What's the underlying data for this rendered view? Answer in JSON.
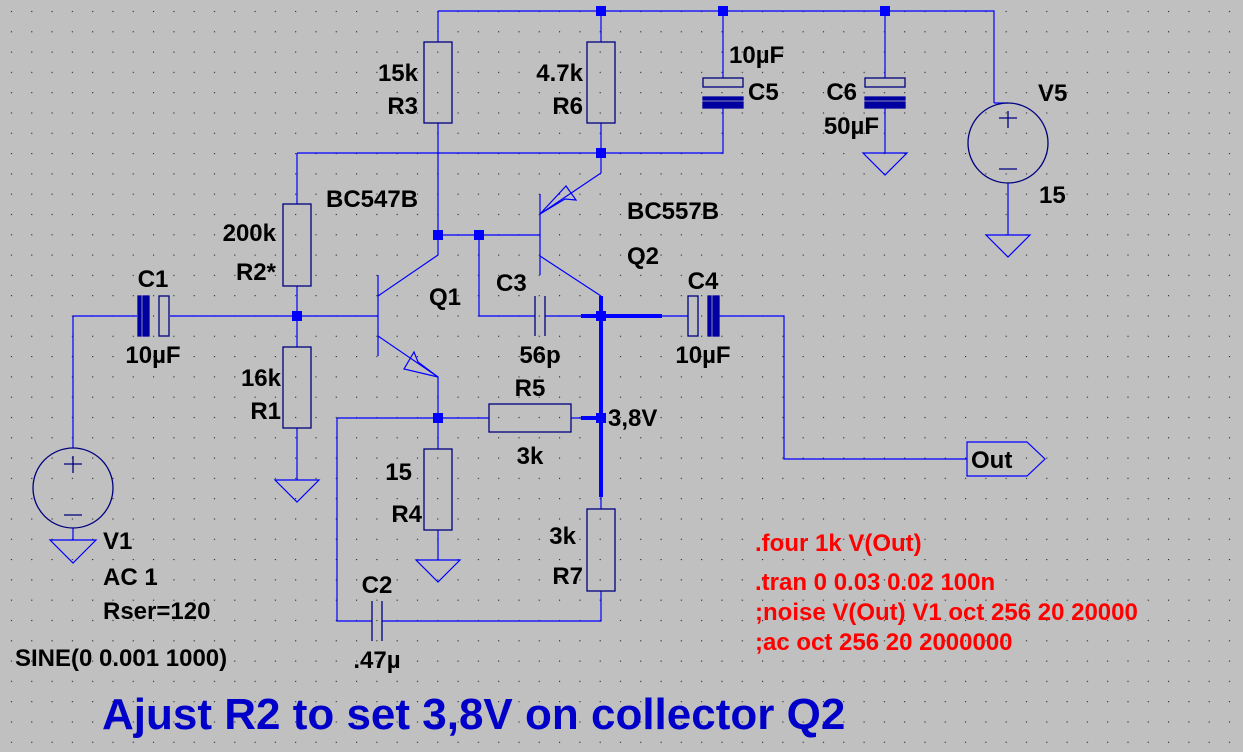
{
  "app": "LTspice schematic",
  "components": {
    "R1": {
      "name": "R1",
      "value": "16k"
    },
    "R2": {
      "name": "R2*",
      "value": "200k"
    },
    "R3": {
      "name": "R3",
      "value": "15k"
    },
    "R4": {
      "name": "R4",
      "value": "15"
    },
    "R5": {
      "name": "R5",
      "value": "3k"
    },
    "R6": {
      "name": "R6",
      "value": "4.7k"
    },
    "R7": {
      "name": "R7",
      "value": "3k"
    },
    "C1": {
      "name": "C1",
      "value": "10µF"
    },
    "C2": {
      "name": "C2",
      "value": ".47µ"
    },
    "C3": {
      "name": "C3",
      "value": "56p"
    },
    "C4": {
      "name": "C4",
      "value": "10µF"
    },
    "C5": {
      "name": "C5",
      "value": "10µF"
    },
    "C6": {
      "name": "C6",
      "value": "50µF"
    },
    "Q1": {
      "name": "Q1",
      "model": "BC547B"
    },
    "Q2": {
      "name": "Q2",
      "model": "BC557B"
    },
    "V1": {
      "name": "V1",
      "line1": "AC 1",
      "line2": "Rser=120",
      "waveform": "SINE(0 0.001 1000)"
    },
    "V5": {
      "name": "V5",
      "value": "15"
    }
  },
  "net_labels": {
    "out": "Out",
    "collector_voltage": "3,8V"
  },
  "directives": [
    ".four 1k V(Out)",
    ".tran 0 0.03 0.02 100n",
    ";noise V(Out) V1 oct 256 20 20000",
    ";ac oct 256 20 2000000"
  ],
  "comment": "Ajust R2 to set 3,8V on collector Q2",
  "colors": {
    "background": "#c0c0c0",
    "wire": "#0000ff",
    "directive": "#ff0000",
    "comment": "#0000c8",
    "label": "#000000"
  }
}
